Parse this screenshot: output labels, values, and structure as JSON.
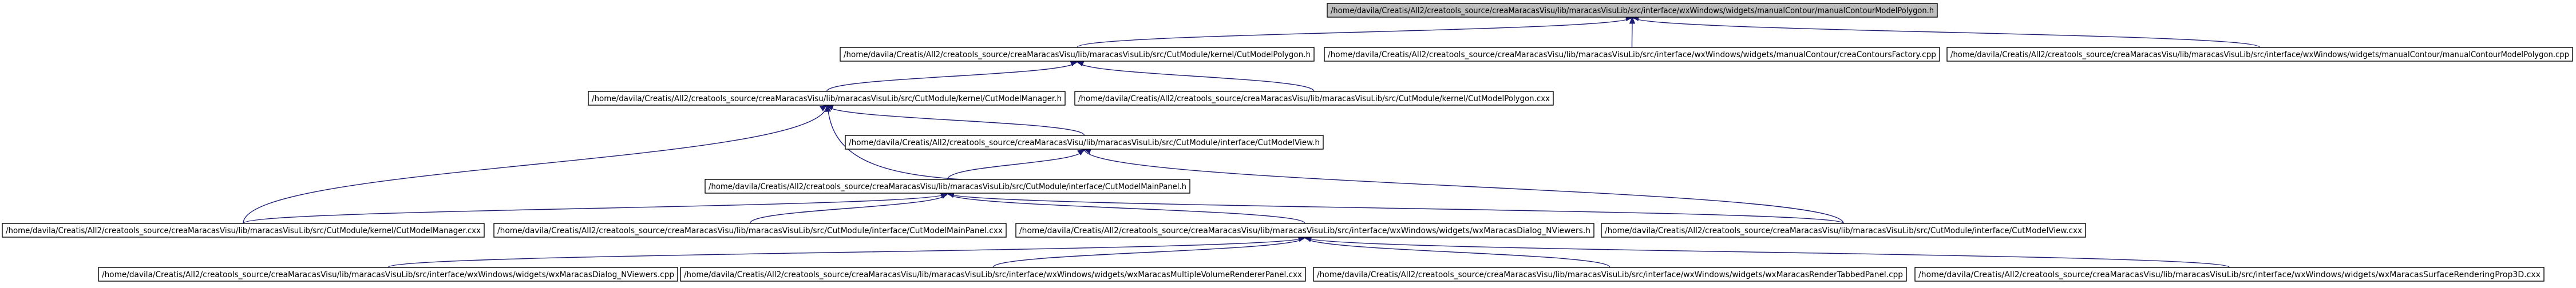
{
  "colors": {
    "edge": "#191970",
    "root_fill": "#bfbfbf",
    "node_fill": "#ffffff",
    "border": "#000000"
  },
  "nodes": [
    {
      "id": "n0",
      "label": "/home/davila/Creatis/All2/creatools_source/creaMaracasVisu/lib/maracasVisuLib/src/interface/wxWindows/widgets/manualContour/manualContourModelPolygon.h",
      "root": true
    },
    {
      "id": "n1",
      "label": "/home/davila/Creatis/All2/creatools_source/creaMaracasVisu/lib/maracasVisuLib/src/CutModule/kernel/CutModelPolygon.h"
    },
    {
      "id": "n2",
      "label": "/home/davila/Creatis/All2/creatools_source/creaMaracasVisu/lib/maracasVisuLib/src/interface/wxWindows/widgets/manualContour/creaContoursFactory.cpp"
    },
    {
      "id": "n3",
      "label": "/home/davila/Creatis/All2/creatools_source/creaMaracasVisu/lib/maracasVisuLib/src/interface/wxWindows/widgets/manualContour/manualContourModelPolygon.cpp"
    },
    {
      "id": "n4",
      "label": "/home/davila/Creatis/All2/creatools_source/creaMaracasVisu/lib/maracasVisuLib/src/CutModule/kernel/CutModelManager.h"
    },
    {
      "id": "n5",
      "label": "/home/davila/Creatis/All2/creatools_source/creaMaracasVisu/lib/maracasVisuLib/src/CutModule/kernel/CutModelPolygon.cxx"
    },
    {
      "id": "n6",
      "label": "/home/davila/Creatis/All2/creatools_source/creaMaracasVisu/lib/maracasVisuLib/src/CutModule/interface/CutModelView.h"
    },
    {
      "id": "n7",
      "label": "/home/davila/Creatis/All2/creatools_source/creaMaracasVisu/lib/maracasVisuLib/src/CutModule/interface/CutModelMainPanel.h"
    },
    {
      "id": "n8",
      "label": "/home/davila/Creatis/All2/creatools_source/creaMaracasVisu/lib/maracasVisuLib/src/CutModule/kernel/CutModelManager.cxx"
    },
    {
      "id": "n9",
      "label": "/home/davila/Creatis/All2/creatools_source/creaMaracasVisu/lib/maracasVisuLib/src/CutModule/interface/CutModelMainPanel.cxx"
    },
    {
      "id": "n10",
      "label": "/home/davila/Creatis/All2/creatools_source/creaMaracasVisu/lib/maracasVisuLib/src/interface/wxWindows/widgets/wxMaracasDialog_NViewers.h"
    },
    {
      "id": "n11",
      "label": "/home/davila/Creatis/All2/creatools_source/creaMaracasVisu/lib/maracasVisuLib/src/CutModule/interface/CutModelView.cxx"
    },
    {
      "id": "n12",
      "label": "/home/davila/Creatis/All2/creatools_source/creaMaracasVisu/lib/maracasVisuLib/src/interface/wxWindows/widgets/wxMaracasDialog_NViewers.cpp"
    },
    {
      "id": "n13",
      "label": "/home/davila/Creatis/All2/creatools_source/creaMaracasVisu/lib/maracasVisuLib/src/interface/wxWindows/widgets/wxMaracasMultipleVolumeRendererPanel.cxx"
    },
    {
      "id": "n14",
      "label": "/home/davila/Creatis/All2/creatools_source/creaMaracasVisu/lib/maracasVisuLib/src/interface/wxWindows/widgets/wxMaracasRenderTabbedPanel.cpp"
    },
    {
      "id": "n15",
      "label": "/home/davila/Creatis/All2/creatools_source/creaMaracasVisu/lib/maracasVisuLib/src/interface/wxWindows/widgets/wxMaracasSurfaceRenderingProp3D.cxx"
    }
  ],
  "edges": [
    {
      "from": "n1",
      "to": "n0"
    },
    {
      "from": "n2",
      "to": "n0"
    },
    {
      "from": "n3",
      "to": "n0"
    },
    {
      "from": "n4",
      "to": "n1"
    },
    {
      "from": "n5",
      "to": "n1"
    },
    {
      "from": "n6",
      "to": "n4"
    },
    {
      "from": "n7",
      "to": "n4"
    },
    {
      "from": "n8",
      "to": "n4"
    },
    {
      "from": "n7",
      "to": "n6"
    },
    {
      "from": "n11",
      "to": "n6"
    },
    {
      "from": "n8",
      "to": "n7"
    },
    {
      "from": "n9",
      "to": "n7"
    },
    {
      "from": "n11",
      "to": "n7"
    },
    {
      "from": "n10",
      "to": "n7"
    },
    {
      "from": "n12",
      "to": "n10"
    },
    {
      "from": "n13",
      "to": "n10"
    },
    {
      "from": "n14",
      "to": "n10"
    },
    {
      "from": "n15",
      "to": "n10"
    }
  ]
}
